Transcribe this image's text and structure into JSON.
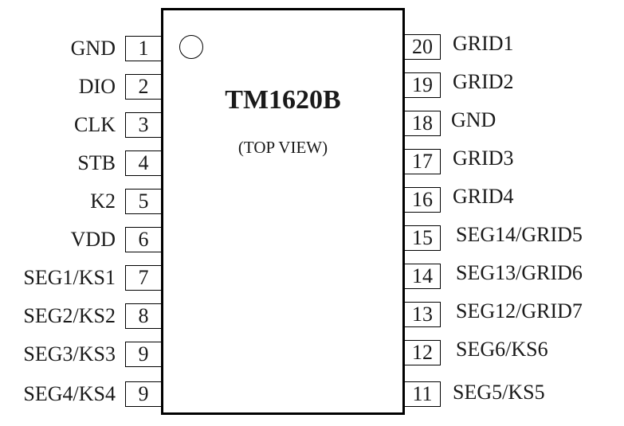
{
  "chip": {
    "part_number": "TM1620B",
    "view_label": "(TOP VIEW)"
  },
  "left_pins": [
    {
      "number": "1",
      "name": "GND"
    },
    {
      "number": "2",
      "name": "DIO"
    },
    {
      "number": "3",
      "name": "CLK"
    },
    {
      "number": "4",
      "name": "STB"
    },
    {
      "number": "5",
      "name": "K2"
    },
    {
      "number": "6",
      "name": "VDD"
    },
    {
      "number": "7",
      "name": "SEG1/KS1"
    },
    {
      "number": "8",
      "name": "SEG2/KS2"
    },
    {
      "number": "9",
      "name": "SEG3/KS3"
    },
    {
      "number": "9",
      "name": "SEG4/KS4"
    }
  ],
  "right_pins": [
    {
      "number": "20",
      "name": "GRID1"
    },
    {
      "number": "19",
      "name": "GRID2"
    },
    {
      "number": "18",
      "name": "GND"
    },
    {
      "number": "17",
      "name": "GRID3"
    },
    {
      "number": "16",
      "name": "GRID4"
    },
    {
      "number": "15",
      "name": "SEG14/GRID5"
    },
    {
      "number": "14",
      "name": "SEG13/GRID6"
    },
    {
      "number": "13",
      "name": "SEG12/GRID7"
    },
    {
      "number": "12",
      "name": "SEG6/KS6"
    },
    {
      "number": "11",
      "name": "SEG5/KS5"
    }
  ]
}
